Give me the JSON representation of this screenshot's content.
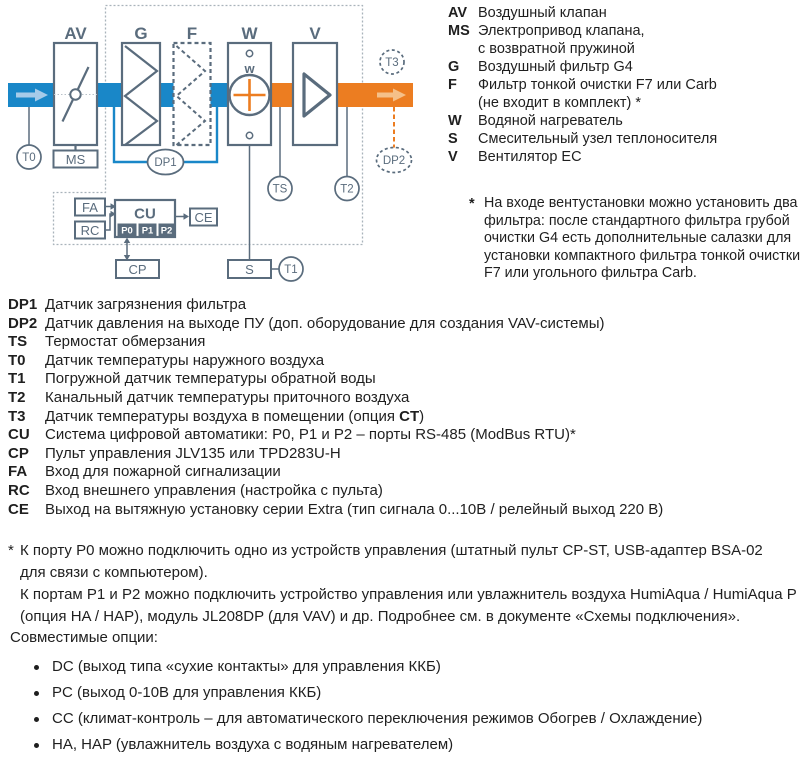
{
  "diagram": {
    "labels": {
      "av": "AV",
      "g": "G",
      "f": "F",
      "w": "W",
      "v": "V",
      "w_inner": "w"
    },
    "boxes": {
      "ms": "MS",
      "fa": "FA",
      "rc": "RC",
      "cu": "CU",
      "ce": "CE",
      "cp": "CP",
      "s": "S"
    },
    "sensors": {
      "t0": "T0",
      "t1": "T1",
      "t2": "T2",
      "t3": "T3",
      "ts": "TS",
      "dp1": "DP1",
      "dp2": "DP2"
    },
    "ports": {
      "p0": "P0",
      "p1": "P1",
      "p2": "P2"
    },
    "colors": {
      "outline": "#5A6C7D",
      "supply_duct": "#1987C8",
      "supply_arrow": "#A6CBE9",
      "exhaust_duct": "#EC7D21",
      "exhaust_arrow": "#F5C089",
      "enclosure_dots": "#A9B3BB",
      "text": "#1F1F1F"
    }
  },
  "legend": {
    "items": [
      {
        "key": "AV",
        "lines": [
          "Воздушный клапан"
        ]
      },
      {
        "key": "MS",
        "lines": [
          "Электропривод клапана,",
          "с возвратной пружиной"
        ]
      },
      {
        "key": "G",
        "lines": [
          "Воздушный фильтр G4"
        ]
      },
      {
        "key": "F",
        "lines": [
          "Фильтр тонкой очистки F7 или Carb",
          "(не входит в комплект) *"
        ]
      },
      {
        "key": "W",
        "lines": [
          "Водяной нагреватель"
        ]
      },
      {
        "key": "S",
        "lines": [
          "Смесительный узел теплоносителя"
        ]
      },
      {
        "key": "V",
        "lines": [
          "Вентилятор EC"
        ]
      }
    ],
    "note": {
      "star": "*",
      "lines": [
        "На входе вентустановки можно установить два",
        "фильтра: после стандартного фильтра грубой",
        "очистки G4 есть дополнительные салазки для",
        "установки компактного фильтра тонкой очистки",
        "F7 или угольного фильтра Carb."
      ]
    }
  },
  "descriptions": {
    "items": [
      {
        "key": "DP1",
        "desc": [
          {
            "t": "Датчик загрязнения фильтра"
          }
        ]
      },
      {
        "key": "DP2",
        "desc": [
          {
            "t": "Датчик давления на выходе ПУ (доп. оборудование для создания VAV-системы)"
          }
        ]
      },
      {
        "key": "TS",
        "desc": [
          {
            "t": "Термостат обмерзания"
          }
        ]
      },
      {
        "key": "T0",
        "desc": [
          {
            "t": "Датчик температуры наружного воздуха"
          }
        ]
      },
      {
        "key": "T1",
        "desc": [
          {
            "t": "Погружной датчик температуры обратной воды"
          }
        ]
      },
      {
        "key": "T2",
        "desc": [
          {
            "t": "Канальный датчик температуры приточного воздуха"
          }
        ]
      },
      {
        "key": "T3",
        "desc": [
          {
            "t": "Датчик температуры воздуха в помещении (опция "
          },
          {
            "t": "CT",
            "b": true
          },
          {
            "t": ")"
          }
        ]
      },
      {
        "key": "CU",
        "desc": [
          {
            "t": "Система цифровой автоматики: P0, P1 и P2 – порты RS-485 (ModBus RTU)*"
          }
        ]
      },
      {
        "key": "CP",
        "desc": [
          {
            "t": "Пульт управления JLV135 или TPD283U-H"
          }
        ]
      },
      {
        "key": "FA",
        "desc": [
          {
            "t": "Вход для пожарной сигнализации"
          }
        ]
      },
      {
        "key": "RC",
        "desc": [
          {
            "t": "Вход внешнего управления (настройка с пульта)"
          }
        ]
      },
      {
        "key": "CE",
        "desc": [
          {
            "t": "Выход на вытяжную установку серии Extra (тип сигнала 0...10В / релейный выход 220 В)"
          }
        ]
      }
    ]
  },
  "footnote": {
    "star": "*",
    "lines": [
      "К порту P0 можно подключить одно из устройств управления (штатный пульт CP-ST, USB-адаптер BSA-02",
      "для связи с компьютером).",
      "К портам P1 и P2 можно подключить устройство управления или увлажнитель воздуха HumiAqua / HumiAqua P",
      "(опция HA / HAP), модуль JL208DP (для VAV) и др. Подробнее см. в документе «Схемы подключения»."
    ]
  },
  "options": {
    "heading": "Совместимые опции:",
    "items": [
      "DC (выход типа «сухие контакты» для управления ККБ)",
      "PC (выход 0-10В для управления ККБ)",
      "CC (климат-контроль – для автоматического переключения режимов Обогрев / Охлаждение)",
      "HA, HAP (увлажнитель воздуха с водяным нагревателем)"
    ]
  }
}
